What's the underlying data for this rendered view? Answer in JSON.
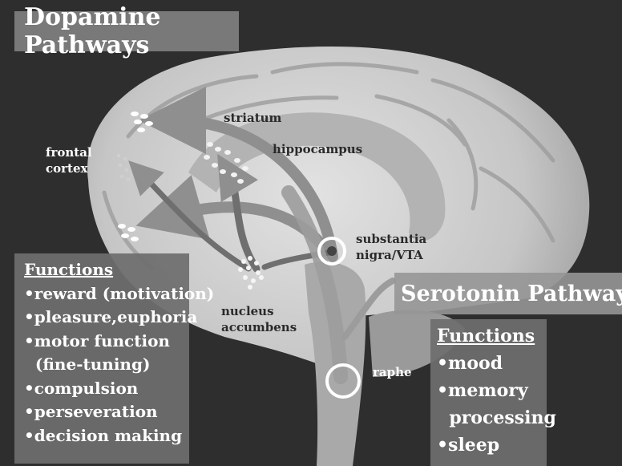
{
  "titles": {
    "dopamine": "Dopamine Pathways",
    "serotonin": "Serotonin Pathway"
  },
  "labels": {
    "striatum": "striatum",
    "hippocampus": "hippocampus",
    "frontal_cortex": "frontal\ncortex",
    "substantia_nigra": "substantia\nnigra/VTA",
    "nucleus_accumbens": "nucleus\naccumbens",
    "raphe": "raphe"
  },
  "dopamine_functions": {
    "heading": "Functions",
    "items": [
      "•reward (motivation)",
      "•pleasure,euphoria",
      "•motor function",
      "  (fine-tuning)",
      "•compulsion",
      "•perseveration",
      "•decision making"
    ]
  },
  "serotonin_functions": {
    "heading": "Functions",
    "items": [
      "•mood",
      "•memory",
      "  processing",
      "•sleep"
    ]
  },
  "colors": {
    "background": "#2e2e2e",
    "brain": "#c9c9c9",
    "arrow": "#8a8a8a",
    "panel": "#6e6e6e"
  }
}
